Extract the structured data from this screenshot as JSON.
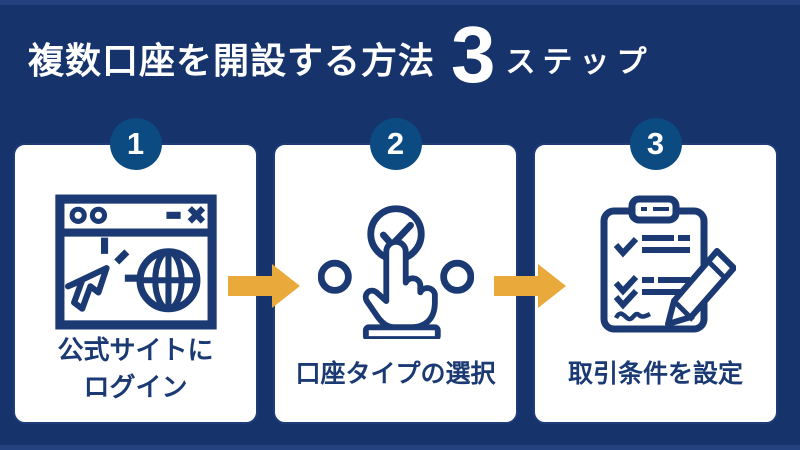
{
  "title": {
    "main": "複数口座を開設する方法",
    "number": "3",
    "suffix": "ステップ"
  },
  "steps": [
    {
      "number": "1",
      "label_lines": [
        "公式サイトに",
        "ログイン"
      ],
      "icon": "browser-globe-cursor-icon"
    },
    {
      "number": "2",
      "label_lines": [
        "口座タイプの選択"
      ],
      "icon": "option-select-hand-icon"
    },
    {
      "number": "3",
      "label_lines": [
        "取引条件を設定"
      ],
      "icon": "clipboard-checklist-pencil-icon"
    }
  ],
  "colors": {
    "background": "#16336b",
    "edge_strip": "#24427f",
    "card_background": "#ffffff",
    "card_border": "#1e3c78",
    "number_badge_blue": "#0c4b82",
    "icon_and_text_navy": "#1b3a73",
    "arrow_gold": "#e9a93b",
    "title_white": "#ffffff"
  }
}
